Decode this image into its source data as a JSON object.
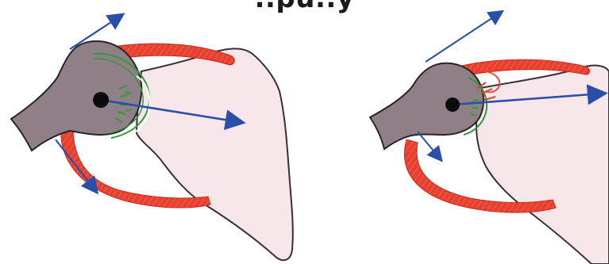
{
  "title_fragment": "..pu..y",
  "panels": [
    {
      "name": "left",
      "description_visible_text": ""
    },
    {
      "name": "right",
      "description_visible_text": ""
    }
  ],
  "colors": {
    "humerus_fill": "#8f8087",
    "humerus_stroke": "#2b2427",
    "scapula_fill": "#f7e6ea",
    "scapula_stroke": "#3a3033",
    "muscle_red": "#e8402f",
    "muscle_red_dark": "#c8281d",
    "joint_green": "#2e9a3a",
    "arrow_blue": "#2a4fa8",
    "center_dot": "#0b0b0b"
  }
}
